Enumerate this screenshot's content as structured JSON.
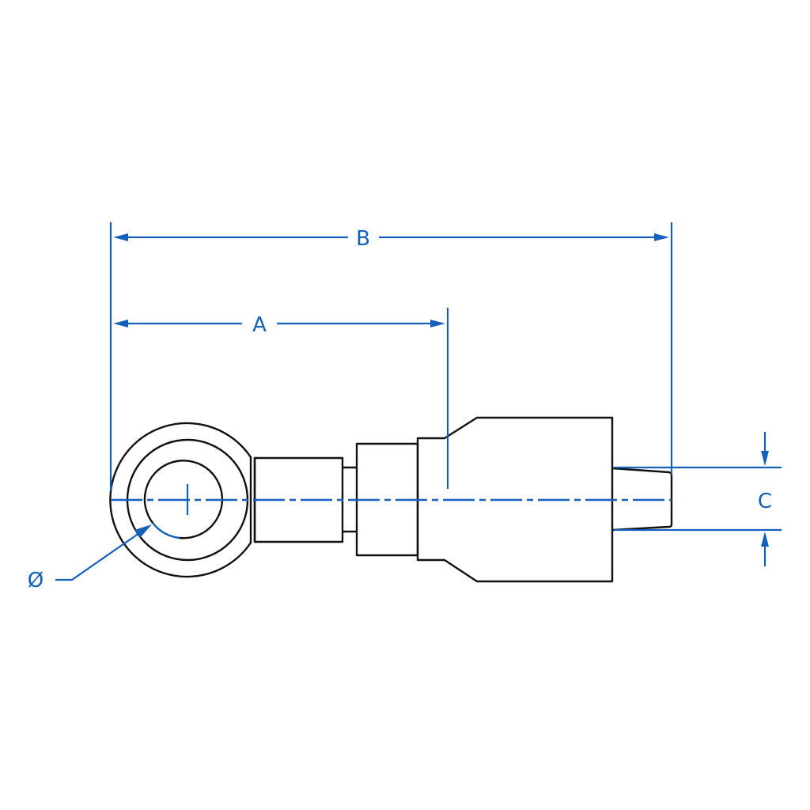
{
  "drawing": {
    "subject": "Banjo hose fitting side view",
    "line_color": "#111111",
    "dimension_color": "#1560bd",
    "background": "#ffffff"
  },
  "dimensions": {
    "A": {
      "label": "A"
    },
    "B": {
      "label": "B"
    },
    "C": {
      "label": "C"
    },
    "diameter": {
      "label": "Ø"
    }
  }
}
